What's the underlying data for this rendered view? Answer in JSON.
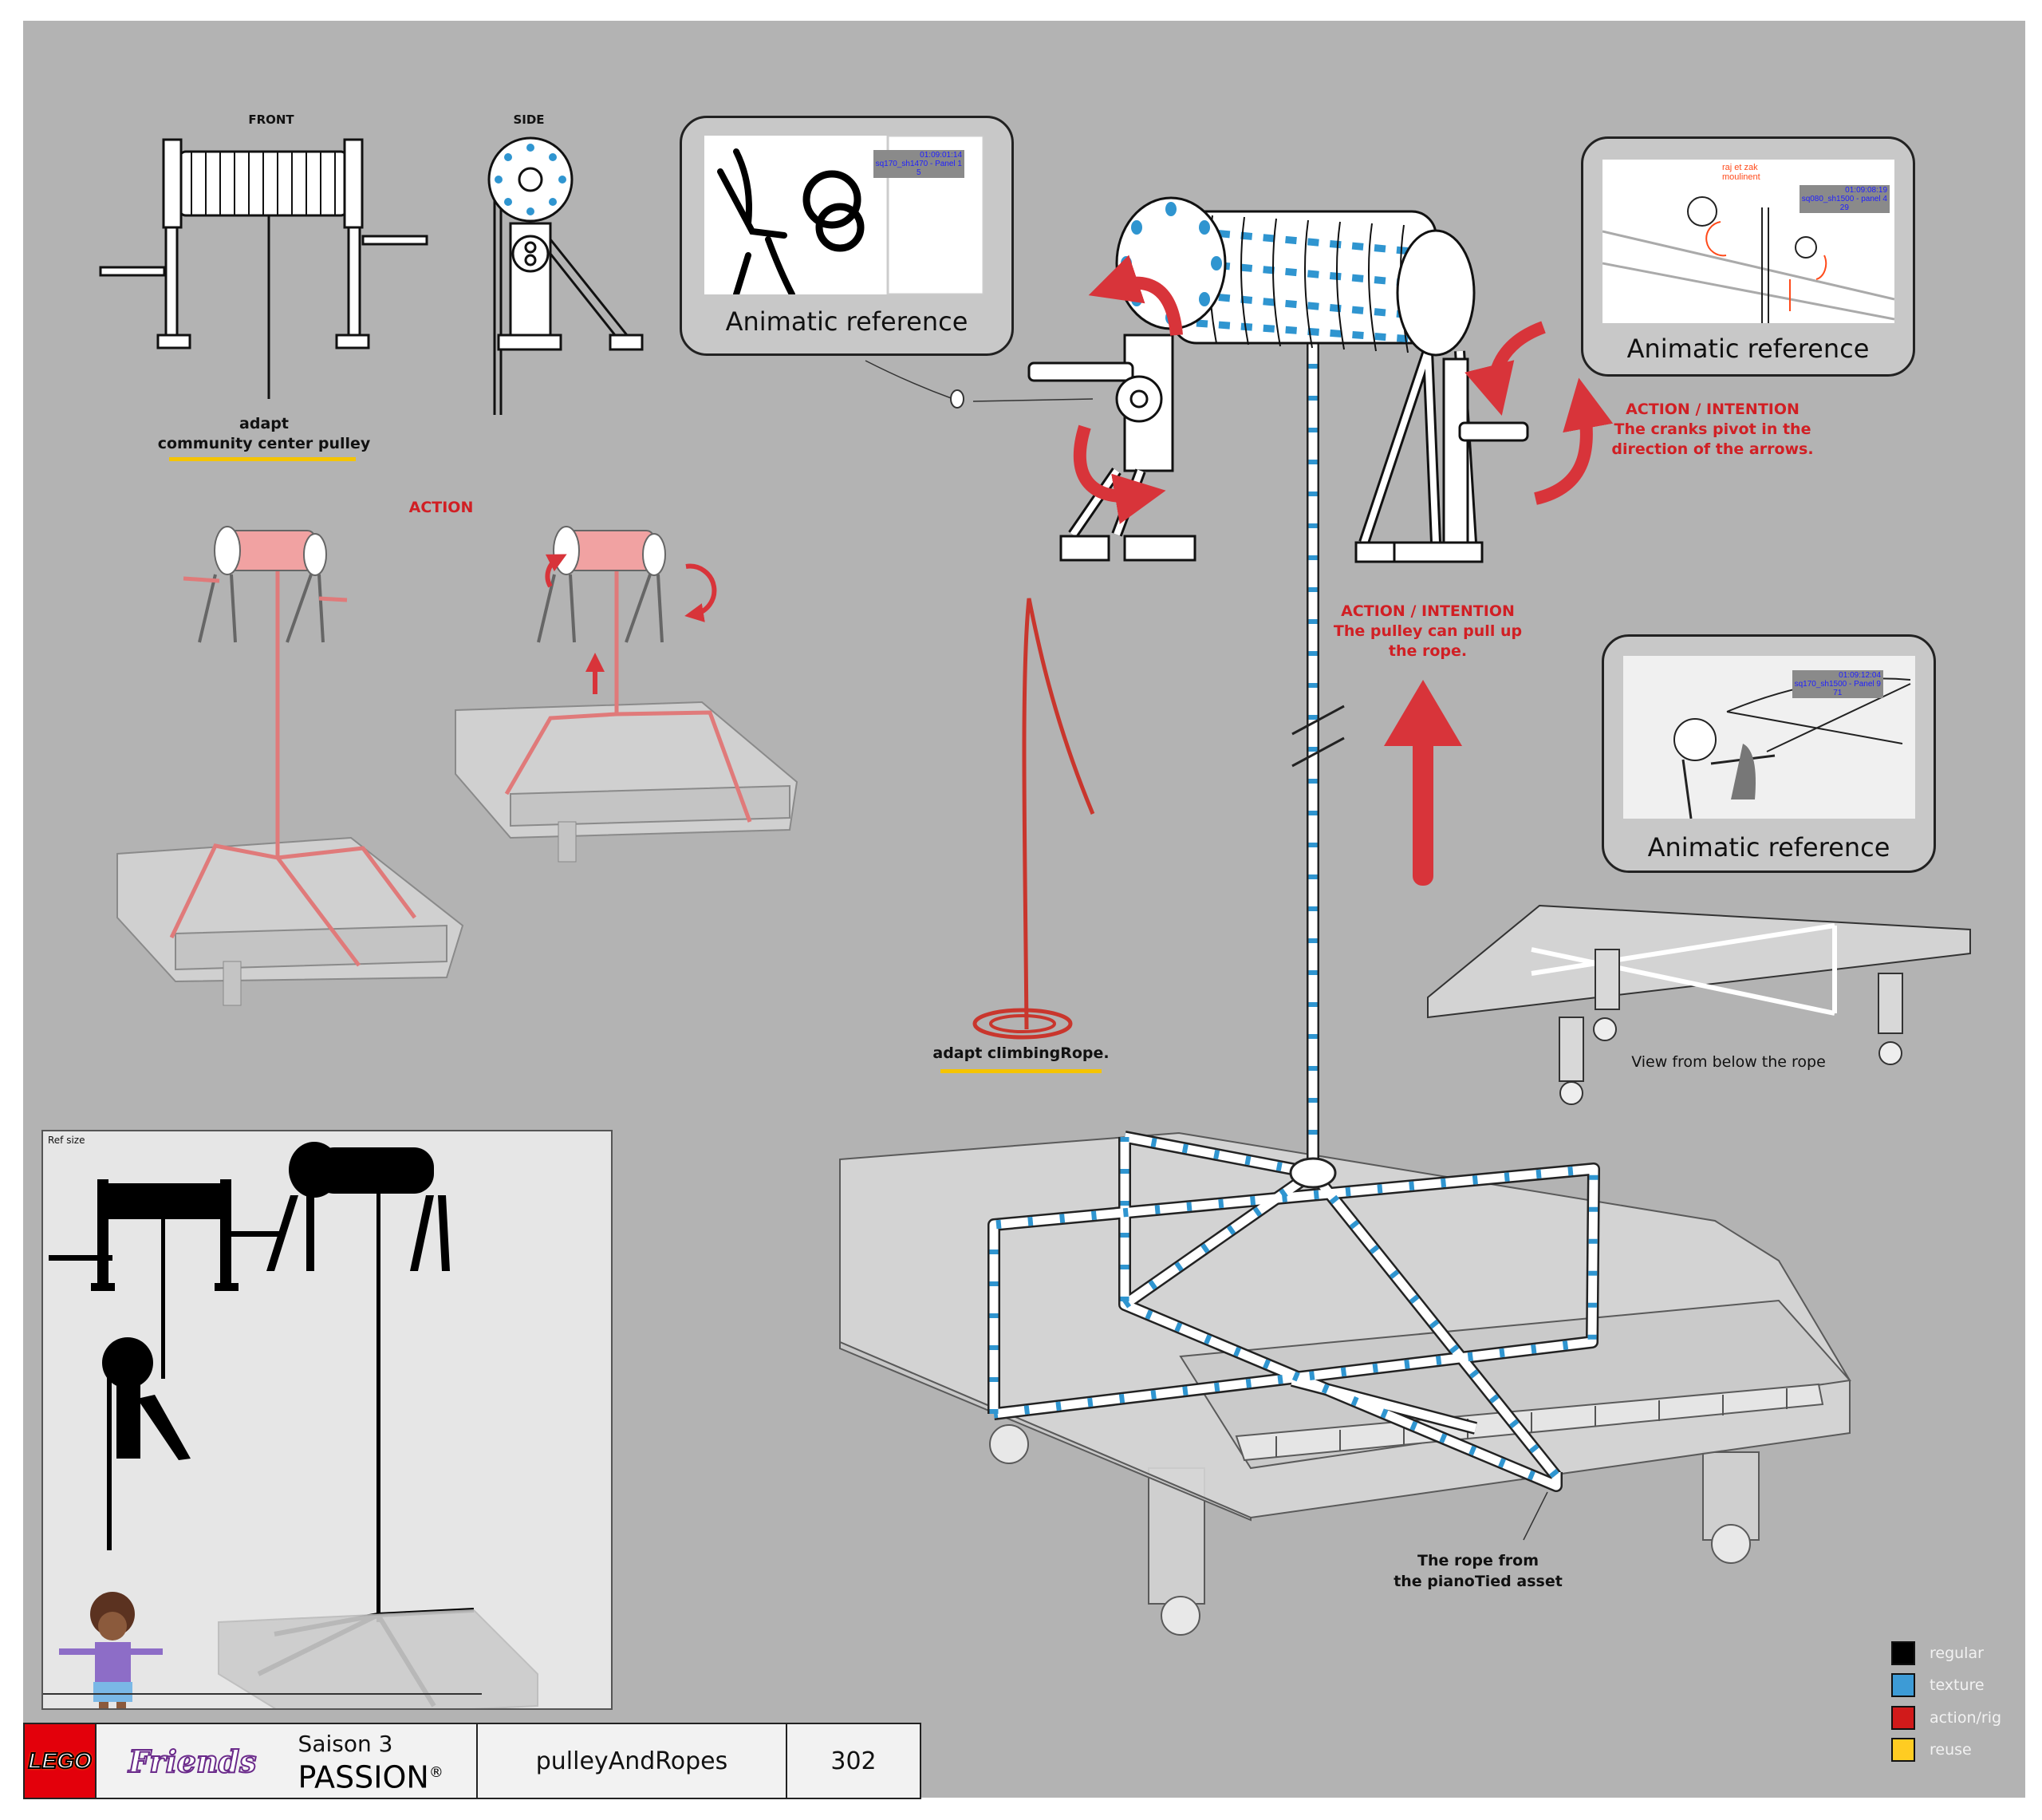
{
  "sheet": {
    "front_label": "FRONT",
    "side_label": "SIDE",
    "pulley_reuse_line1": "adapt",
    "pulley_reuse_line2": "community center pulley",
    "action_label": "ACTION",
    "rope_reuse": "adapt climbingRope.",
    "crank_note": {
      "title": "ACTION / INTENTION",
      "line1": "The cranks pivot in the",
      "line2": "direction of the arrows."
    },
    "pull_note": {
      "title": "ACTION / INTENTION",
      "line1": "The pulley can pull up",
      "line2": "the rope."
    },
    "below_view_caption": "View from below the rope",
    "rope_source_line1": "The rope from",
    "rope_source_line2": "the pianoTied asset",
    "ref_size_label": "Ref size"
  },
  "animatics": [
    {
      "caption": "Animatic reference",
      "timecode": "01:09:01:14",
      "shot": "sq170_sh1470 - Panel 1",
      "frame": "5"
    },
    {
      "caption": "Animatic reference",
      "timecode": "01:09:08:19",
      "shot": "sq080_sh1500 - panel 4",
      "frame": "29",
      "note_line1": "raj et zak",
      "note_line2": "moulinent"
    },
    {
      "caption": "Animatic reference",
      "timecode": "01:09:12:04",
      "shot": "sq170_sh1500 - Panel 9",
      "frame": "71"
    }
  ],
  "legend": [
    {
      "label": "regular",
      "color": "#000000"
    },
    {
      "label": "texture",
      "color": "#3d9bd6"
    },
    {
      "label": "action/rig",
      "color": "#d11a1a"
    },
    {
      "label": "reuse",
      "color": "#ffcc22"
    }
  ],
  "footer": {
    "lego_logo": "LEGO",
    "friends_logo": "Friends",
    "season": "Saison 3",
    "series": "PASSION",
    "registered": "®",
    "asset_name": "pulleyAndRopes",
    "number": "302"
  },
  "colors": {
    "accent_red": "#d8343a",
    "rope_blue": "#2f95d0",
    "background": "#b3b3b3"
  }
}
